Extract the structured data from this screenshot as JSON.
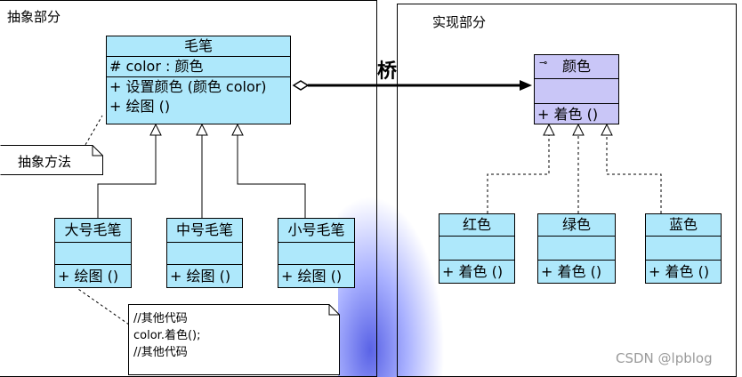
{
  "left_panel": {
    "title": "抽象部分"
  },
  "right_panel": {
    "title": "实现部分"
  },
  "bridge_label": "桥",
  "pen_class": {
    "name": "毛笔",
    "attributes": [
      "# color : 颜色"
    ],
    "operations": [
      "+ 设置颜色 (颜色 color)",
      "+ 绘图 ()"
    ]
  },
  "abstract_method_note": "抽象方法",
  "pen_subclasses": [
    {
      "name": "大号毛笔",
      "operation": "+ 绘图 ()"
    },
    {
      "name": "中号毛笔",
      "operation": "+ 绘图 ()"
    },
    {
      "name": "小号毛笔",
      "operation": "+ 绘图 ()"
    }
  ],
  "code_note": {
    "lines": [
      "//其他代码",
      "color.着色();",
      "//其他代码"
    ]
  },
  "color_interface": {
    "stereotype_icon": "interface-icon",
    "name": "颜色",
    "operation": "+ 着色 ()"
  },
  "color_implementations": [
    {
      "name": "红色",
      "operation": "+ 着色 ()"
    },
    {
      "name": "绿色",
      "operation": "+ 着色 ()"
    },
    {
      "name": "蓝色",
      "operation": "+ 着色 ()"
    }
  ],
  "colors": {
    "class_fill": "#aee8fb",
    "interface_fill": "#c9c6f7",
    "border": "#000000"
  },
  "watermark": "CSDN @lpblog"
}
